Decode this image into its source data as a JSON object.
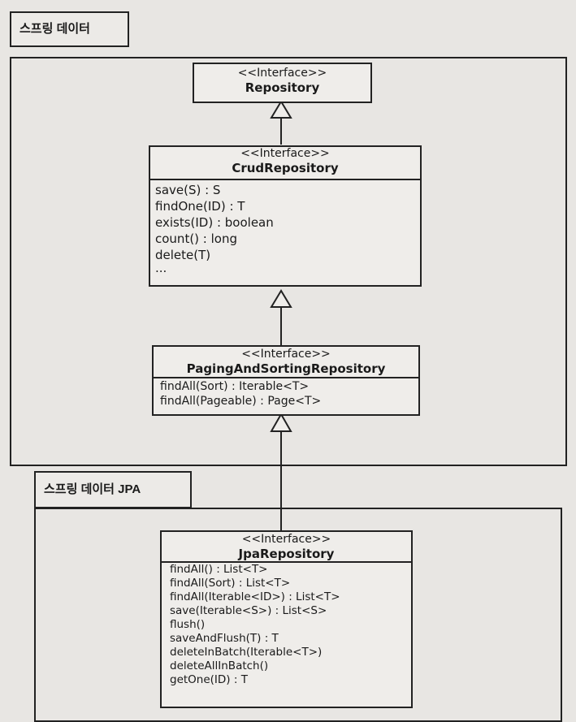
{
  "packages": {
    "spring_data": {
      "label": "스프링 데이터"
    },
    "spring_data_jpa": {
      "label": "스프링 데이터 JPA"
    }
  },
  "classes": {
    "repository": {
      "stereotype": "<<Interface>>",
      "name": "Repository",
      "operations": []
    },
    "crud": {
      "stereotype": "<<Interface>>",
      "name": "CrudRepository",
      "operations": [
        "save(S) : S",
        "findOne(ID) : T",
        "exists(ID) : boolean",
        "count() : long",
        "delete(T)",
        "..."
      ]
    },
    "paging": {
      "stereotype": "<<Interface>>",
      "name": "PagingAndSortingRepository",
      "operations": [
        "findAll(Sort) : Iterable<T>",
        "findAll(Pageable) : Page<T>"
      ]
    },
    "jpa": {
      "stereotype": "<<Interface>>",
      "name": "JpaRepository",
      "operations": [
        "findAll() : List<T>",
        "findAll(Sort) : List<T>",
        "findAll(Iterable<ID>) : List<T>",
        "save(Iterable<S>) : List<S>",
        "flush()",
        "saveAndFlush(T) : T",
        "deleteInBatch(Iterable<T>)",
        "deleteAllInBatch()",
        "getOne(ID) : T"
      ]
    }
  }
}
